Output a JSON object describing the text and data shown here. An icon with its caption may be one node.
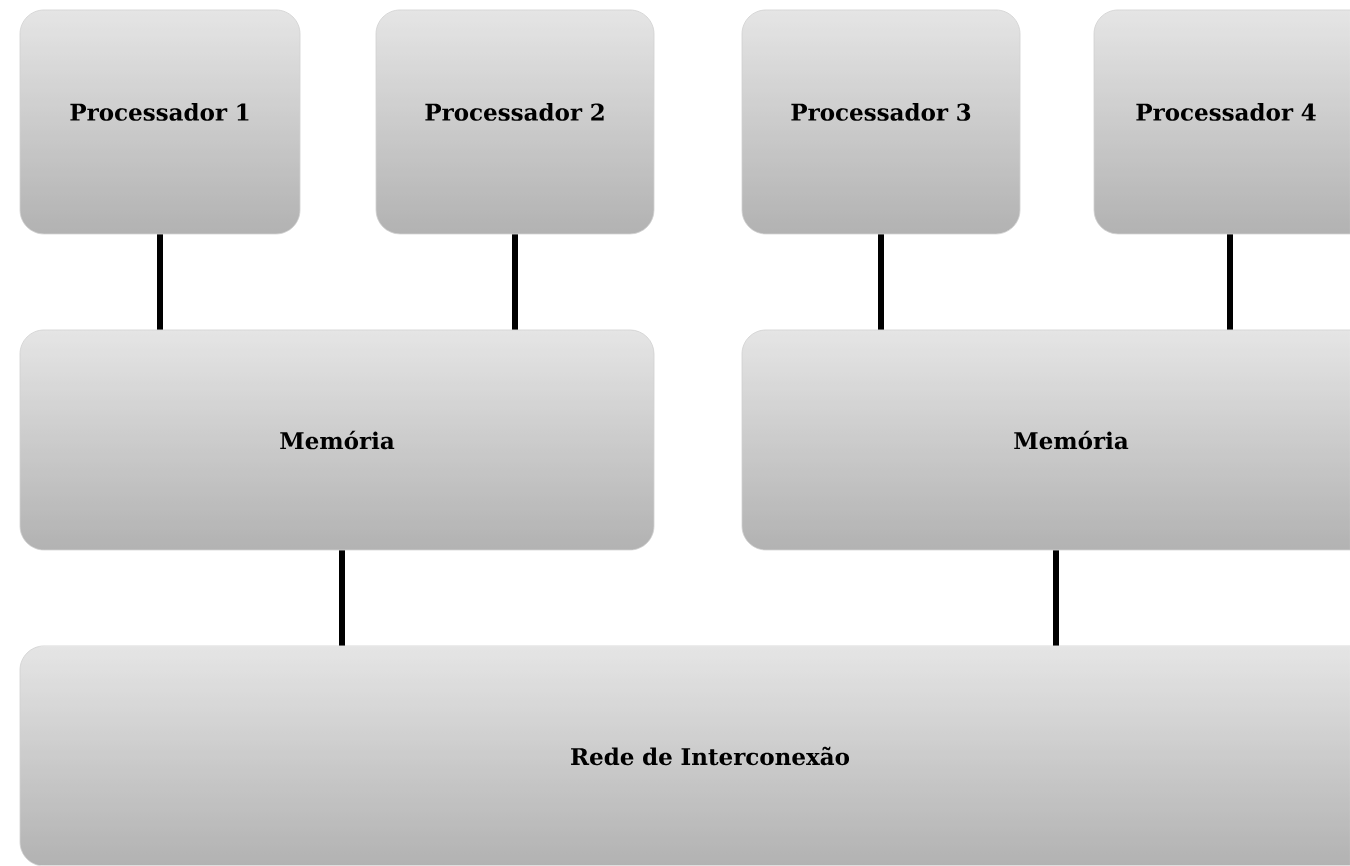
{
  "diagram": {
    "nodes": [
      {
        "text": [
          "Processador 1"
        ]
      },
      {
        "text": [
          "Processador 2"
        ]
      },
      {
        "text": [
          "Processador 3"
        ]
      },
      {
        "text": [
          "Processador 4"
        ]
      },
      {
        "text": [
          "Memória"
        ]
      },
      {
        "text": [
          "Memória"
        ]
      },
      {
        "text": [
          "Rede de Interconexão"
        ]
      }
    ],
    "edges": [
      {
        "from": 0,
        "to": 4,
        "arrow": "none"
      },
      {
        "from": 1,
        "to": 4,
        "arrow": "none"
      },
      {
        "from": 2,
        "to": 5,
        "arrow": "none"
      },
      {
        "from": 3,
        "to": 5,
        "arrow": "none"
      },
      {
        "from": 4,
        "to": 6,
        "arrow": "none"
      },
      {
        "from": 5,
        "to": 6,
        "arrow": "none"
      }
    ]
  }
}
